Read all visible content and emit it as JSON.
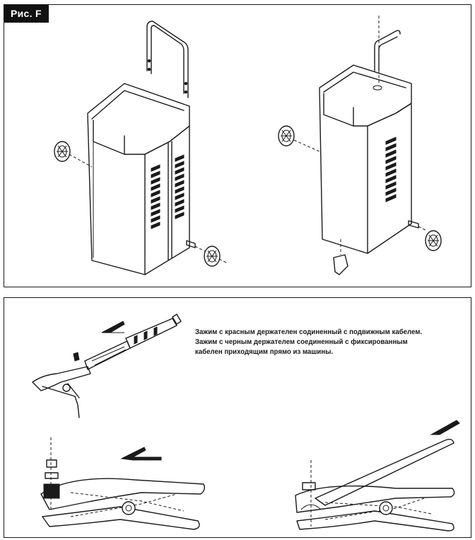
{
  "figure": {
    "label": "Рис. F",
    "caption_lines": [
      "Зажим с красным держателен содиненный с подвижным кабелем.",
      "Зажим с черным держателем соединенный с фиксированным",
      "кабелен приходящим прямо из машины."
    ]
  }
}
